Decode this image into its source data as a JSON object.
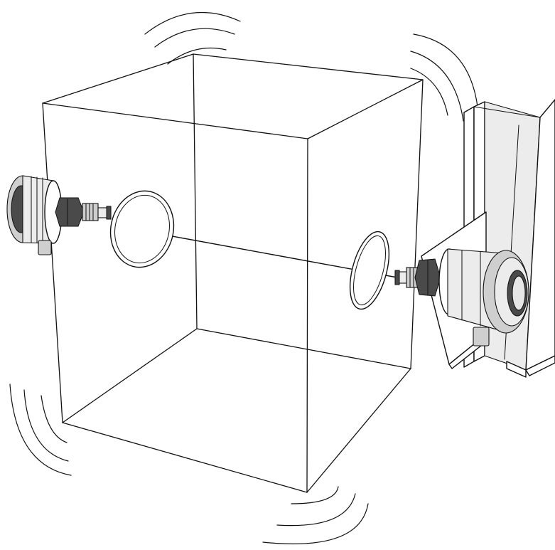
{
  "diagram": {
    "colors": {
      "stroke": "#111111",
      "background": "#ffffff",
      "shade_dark": "#4a4a4a",
      "shade_mid": "#cfcfcf",
      "shade_light": "#ececec"
    },
    "components": [
      "transparent-cube-container",
      "receiver-sensor-left",
      "receiver-sensing-disc",
      "transmitter-sensor-right",
      "transmitter-sensing-disc",
      "mounting-plate",
      "i-beam-support",
      "signal-path-arrow",
      "vibration-waves"
    ],
    "arrow_direction": "right-to-left"
  }
}
